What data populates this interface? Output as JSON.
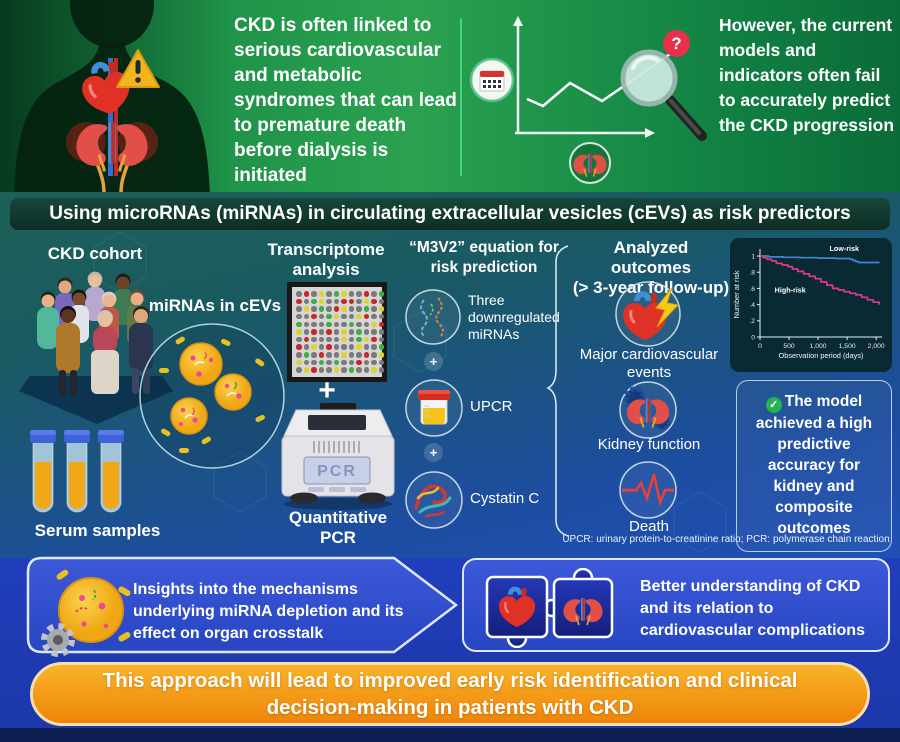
{
  "top": {
    "problem_left": "CKD is often linked to serious cardiovascular and metabolic syndromes that can lead to premature death before dialysis is initiated",
    "problem_right": "However, the current models and indicators often fail to accurately predict the CKD progression"
  },
  "banner": "Using microRNAs (miRNAs) in circulating extracellular vesicles (cEVs) as risk predictors",
  "cohort": {
    "title": "CKD cohort",
    "mirna_label": "miRNAs in cEVs",
    "serum_label": "Serum samples"
  },
  "methods": {
    "transcriptome_label": "Transcriptome analysis",
    "plus": "+",
    "pcr_display": "PCR",
    "qpcr_label": "Quantitative PCR"
  },
  "equation": {
    "title": "“M3V2” equation for risk prediction",
    "plus": "+",
    "items": [
      {
        "label": "Three downregulated miRNAs"
      },
      {
        "label": "UPCR"
      },
      {
        "label": "Cystatin C"
      }
    ]
  },
  "outcomes": {
    "title": "Analyzed outcomes",
    "subtitle": "(> 3-year follow-up)",
    "items": [
      "Major cardiovascular events",
      "Kidney function",
      "Death"
    ],
    "footnote": "UPCR: urinary protein-to-creatinine ratio; PCR: polymerase chain reaction"
  },
  "results": {
    "conclusion": "The model achieved a high predictive accuracy for kidney and composite outcomes"
  },
  "chart_data": {
    "type": "line",
    "title": "",
    "xlabel": "Observation period (days)",
    "ylabel": "Number at risk",
    "xlim": [
      0,
      2100
    ],
    "ylim": [
      0,
      1.05
    ],
    "xticks": [
      0,
      500,
      1000,
      1500,
      2000
    ],
    "xtick_labels": [
      "0",
      "500",
      "1,000",
      "1,500",
      "2,000"
    ],
    "yticks": [
      0,
      0.2,
      0.4,
      0.6,
      0.8,
      1.0
    ],
    "ytick_labels": [
      "0",
      ".2",
      ".4",
      ".6",
      ".8",
      "1"
    ],
    "grid": false,
    "legend_position": "annotations",
    "series": [
      {
        "name": "Low-risk",
        "color": "#3f86d6",
        "x": [
          0,
          150,
          400,
          700,
          1000,
          1300,
          1550,
          1600,
          1650,
          1700,
          2050
        ],
        "y": [
          1.0,
          0.99,
          0.985,
          0.98,
          0.975,
          0.97,
          0.96,
          0.945,
          0.93,
          0.92,
          0.915
        ]
      },
      {
        "name": "High-risk",
        "color": "#e2368f",
        "x": [
          0,
          60,
          120,
          200,
          280,
          380,
          480,
          560,
          650,
          750,
          850,
          950,
          1050,
          1150,
          1250,
          1350,
          1450,
          1550,
          1650,
          1750,
          1850,
          1950,
          2050
        ],
        "y": [
          1.0,
          0.98,
          0.96,
          0.94,
          0.91,
          0.89,
          0.87,
          0.84,
          0.81,
          0.78,
          0.75,
          0.72,
          0.68,
          0.64,
          0.6,
          0.58,
          0.56,
          0.54,
          0.52,
          0.49,
          0.46,
          0.43,
          0.4
        ]
      }
    ],
    "annotations": [
      {
        "text": "Low-risk",
        "x": 1450,
        "y": 1.06,
        "color": "#ffffff"
      },
      {
        "text": "High-risk",
        "x": 520,
        "y": 0.55,
        "color": "#ffffff"
      }
    ]
  },
  "insights": {
    "left": "Insights into the mechanisms underlying miRNA depletion and its effect on organ crosstalk",
    "right": "Better understanding of CKD and its relation to cardiovascular complications"
  },
  "footer": "This approach will lead to improved early risk identification and clinical decision-making in patients with CKD",
  "icons": {
    "question_mark": "?",
    "check": "✓",
    "warning": "!"
  },
  "microarray": {
    "palette": {
      "g": "#7a7a7a",
      "r": "#c62828",
      "n": "#3fae3f",
      "y": "#ddd32f"
    },
    "rows": [
      "grgygnyggrgn",
      "rgnyggrrgyrg",
      "gygngryggngy",
      "ggrgnyggyrgg",
      "ngggnggnggyr",
      "ygrgrgygnggg",
      "grggggygnyrg",
      "rgygrgggyggn",
      "gngrggyggrgy",
      "yggngnggrggg",
      "gyrggygnggyg"
    ]
  },
  "colors": {
    "top_green": "#2ba150",
    "banner_bg": "#133829",
    "low_risk": "#3f86d6",
    "high_risk": "#e2368f",
    "footer_orange": "#f2960f",
    "bottom_blue": "#2547cf"
  }
}
